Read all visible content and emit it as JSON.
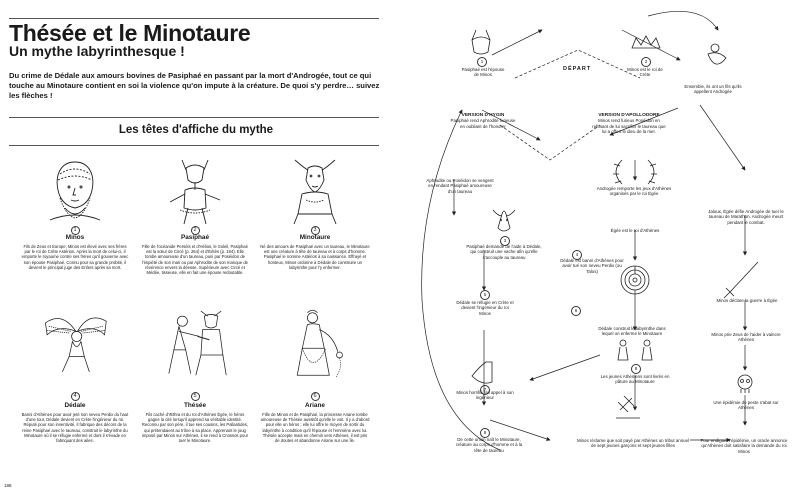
{
  "header": {
    "title": "Thésée et le Minotaure",
    "subtitle": "Un mythe labyrinthesque !",
    "lede": "Du crime de Dédale aux amours bovines de Pasiphaé en passant par la mort d'Androgée, tout ce qui touche au Minotaure contient en soi la violence qu'on impute à la créature. De quoi s'y perdre… suivez les flèches !"
  },
  "section": {
    "heading": "Les têtes d'affiche du mythe"
  },
  "characters": [
    {
      "name": "Minos",
      "icon": "minos-portrait-icon",
      "bio": "Fils de Zeus et Europe, Minos est élevé avec ses frères par le roi de Crète Astérion. Après la mort de celui-ci, il emporte le royaume contre ses frères qu'il gouverne avec son épouse Pasiphaé. Connu pour sa grande probité, il devient le principal juge des Enfers après sa mort."
    },
    {
      "name": "Pasiphaé",
      "icon": "pasiphae-portrait-icon",
      "bio": "Fille de l'océanide Perséis et d'Hélios, le Soleil, Pasiphaé est la sœur de Circé (p. 264) et d'Éétès (p. 194). Elle tombe amoureuse d'un taureau, puni par Poséidon de l'impiété de son mari ou par Aphrodite de son manque de révérence envers la déesse. Supérieure avec Circé et Médée, tisseuse, elle en fait une épouse redoutable."
    },
    {
      "name": "Minotaure",
      "icon": "minotaur-portrait-icon",
      "bio": "Né des amours de Pasiphaé avec un taureau, le Minotaure est une créature à tête de taureau et à corps d'homme. Pasiphaé le nomme Astérios à sa naissance. Effrayé et honteux, Minos ordonne à Dédale de construire un labyrinthe pour l'y enfermer."
    },
    {
      "name": "Dédale",
      "icon": "daedalus-portrait-icon",
      "bio": "Banni d'Athènes pour avoir jeté son neveu Perdix du haut d'une tour, Dédale devient en Crète l'ingénieur du roi. Réputé pour son inventivité, il fabrique des décors de la reine Pasiphaé avec le taureau, construit le labyrinthe du Minotaure où il se réfugie enfermé et dont il s'évade en fabriquant des ailes."
    },
    {
      "name": "Thésée",
      "icon": "theseus-portrait-icon",
      "bio": "Fils caché d'Æthra et du roi d'Athènes Égée, le héros gagne la cité lorsqu'il apprend sa véritable identité. Reconnu par son père, il tue ses cousins, les Pallantides, qui prétendaient au trône à sa place. Apprenant le joug imposé par Minos sur Athènes, il se rend à Cnossos pour tuer le Minotaure."
    },
    {
      "name": "Ariane",
      "icon": "ariadne-portrait-icon",
      "bio": "Fille de Minos et de Pasiphaé, la princesse Ariane tombe amoureuse de Thésée aussitôt qu'elle le voit. Il y a d'abord pour elle un héros ; elle lui offre le moyen de sortir du labyrinthe à condition qu'il l'épouse et l'emmène avec lui. Thésée accepte mais en chemin vers Athènes, il est pris de doutes et abandonne Ariane sur une île."
    }
  ],
  "folio": "188",
  "flow": {
    "depart": "DÉPART",
    "nodes": [
      {
        "n": "1",
        "text": "Pasiphaé est l'épouse de Minos"
      },
      {
        "n": "2",
        "text": "Minos est le roi de Crète"
      },
      {
        "n": "",
        "text": "Ensemble, ils ont un fils qu'ils appellent Androgée"
      },
      {
        "n": "",
        "label": "VERSION D'HYGIN",
        "text": "Pasiphaé rend Aphrodite furieuse en oubliant de l'honorer"
      },
      {
        "n": "",
        "label": "VERSION D'APOLLODORE",
        "text": "Minos rend furieux Poséidon en refusant de lui sacrifier le taureau que lui a offert le dieu de la mer."
      },
      {
        "n": "",
        "text": "Aphrodite ou Poséidon se vengent en rendant Pasiphaé amoureuse d'un taureau"
      },
      {
        "n": "",
        "text": "Androgée remporte les jeux d'Athènes organisés par le roi Égée"
      },
      {
        "n": "",
        "text": "Jaloux, Égée défie Androgée de tuer le taureau de Marathon. Androgée meurt pendant le combat."
      },
      {
        "n": "3",
        "text": "Pasiphaé demande de l'aide à Dédale, qui construit une vache afin qu'elle s'accouple au taureau"
      },
      {
        "n": "",
        "text": "Égée est le roi d'Athènes"
      },
      {
        "n": "4",
        "text": "Dédale est banni d'Athènes pour avoir tué son neveu Perdix (ou Talos)"
      },
      {
        "n": "",
        "text": "Minos déclare la guerre à Égée"
      },
      {
        "n": "5",
        "text": "Dédale se réfugie en Crète et devient l'ingénieur du roi Minos"
      },
      {
        "n": "",
        "text": "Minos prie Zeus de l'aider à vaincre Athènes"
      },
      {
        "n": "6",
        "text": "Dédale construit le labyrinthe dans lequel on enferme le Minotaure"
      },
      {
        "n": "7",
        "text": "Minos horrifié fait appel à son ingénieur"
      },
      {
        "n": "8",
        "text": "Les jeunes Athéniens sont livrés en pâture au Minotaure"
      },
      {
        "n": "",
        "text": "Une épidémie de peste s'abat sur Athènes"
      },
      {
        "n": "9",
        "text": "De cette union naît le Minotaure, créature au corps d'homme et à la tête de taureau"
      },
      {
        "n": "",
        "text": "Minos réclame que soit payé par Athènes un tribut annuel de sept jeunes garçons et sept jeunes filles"
      },
      {
        "n": "",
        "text": "Pour endiguer l'épidémie, un oracle annonce qu'Athènes doit satisfaire la demande du roi Minos"
      }
    ]
  }
}
